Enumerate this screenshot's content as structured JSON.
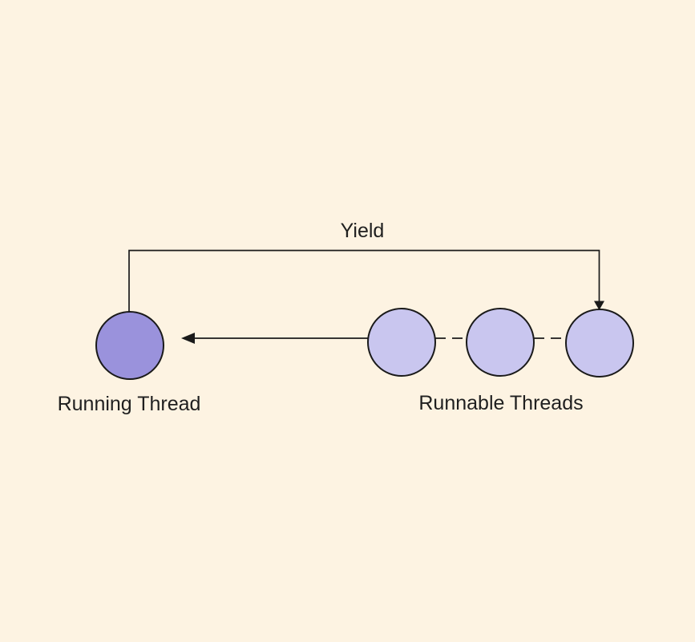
{
  "labels": {
    "yield": "Yield",
    "running_thread": "Running Thread",
    "runnable_threads": "Runnable Threads"
  },
  "colors": {
    "background": "#FDF3E2",
    "running_thread_fill": "#9A92DC",
    "runnable_thread_fill": "#C9C6EF",
    "line": "#1A1A1A",
    "text": "#1F1F1F"
  },
  "structure": {
    "runnable_thread_count": 3
  }
}
